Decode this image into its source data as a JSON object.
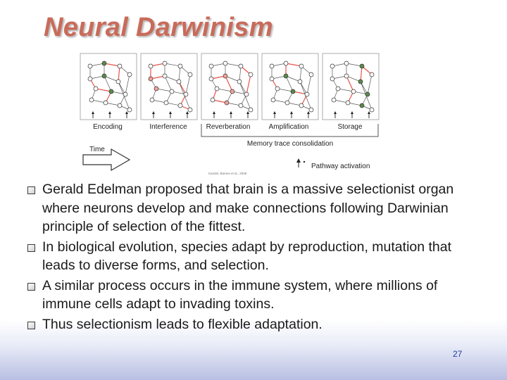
{
  "slide": {
    "title": "Neural Darwinism",
    "page_number": "27"
  },
  "figure": {
    "stages": [
      "Encoding",
      "Interference",
      "Reverberation",
      "Amplification",
      "Storage"
    ],
    "time_label": "Time",
    "consolidation_label": "Memory trace consolidation",
    "legend_label": "Pathway activation",
    "credit": "Kandel, Barnes et al., 2008"
  },
  "bullets": [
    "Gerald Edelman proposed that brain is a massive selectionist organ where neurons develop and make connections following Darwinian principle of selection of the fittest.",
    "In biological evolution, species adapt by reproduction, mutation that leads to diverse forms, and selection.",
    "A similar process occurs in the immune system, where millions of immune cells adapt to invading toxins.",
    "Thus selectionism leads to flexible adaptation."
  ],
  "colors": {
    "title": "#c96b5a",
    "active_path": "#e8534a",
    "stored_node": "#5a8a4a",
    "page_number": "#1f3c9c"
  }
}
